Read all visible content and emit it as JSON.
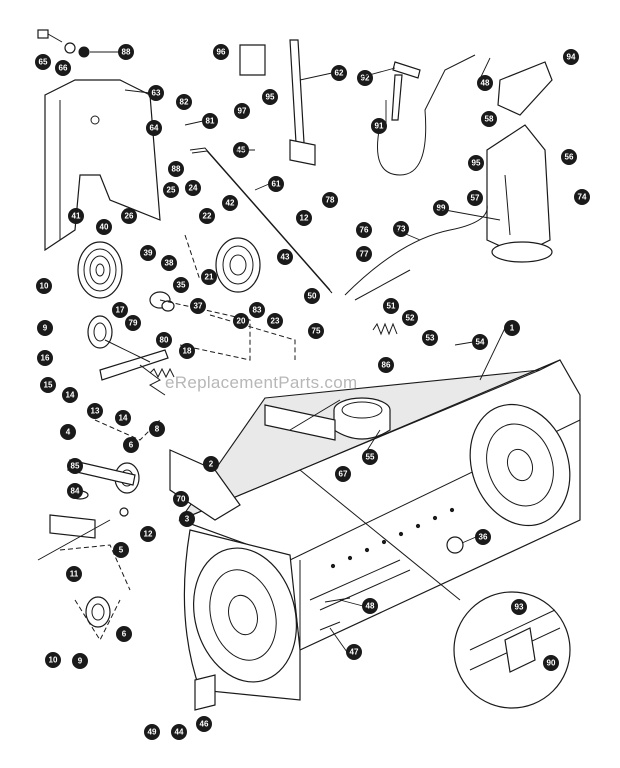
{
  "watermark": "eReplacementParts.com",
  "callouts": [
    "65",
    "66",
    "88",
    "96",
    "62",
    "92",
    "48",
    "94",
    "63",
    "82",
    "81",
    "64",
    "97",
    "95",
    "91",
    "58",
    "45",
    "56",
    "88",
    "25",
    "24",
    "61",
    "95",
    "57",
    "74",
    "41",
    "26",
    "40",
    "22",
    "42",
    "78",
    "12",
    "76",
    "89",
    "73",
    "10",
    "39",
    "38",
    "21",
    "43",
    "77",
    "35",
    "50",
    "51",
    "9",
    "17",
    "37",
    "20",
    "83",
    "23",
    "75",
    "52",
    "53",
    "1",
    "79",
    "80",
    "54",
    "16",
    "18",
    "86",
    "15",
    "14",
    "13",
    "14",
    "4",
    "2",
    "67",
    "55",
    "8",
    "6",
    "85",
    "70",
    "84",
    "3",
    "12",
    "36",
    "5",
    "11",
    "93",
    "6",
    "48",
    "90",
    "10",
    "9",
    "47",
    "46",
    "49",
    "44"
  ]
}
